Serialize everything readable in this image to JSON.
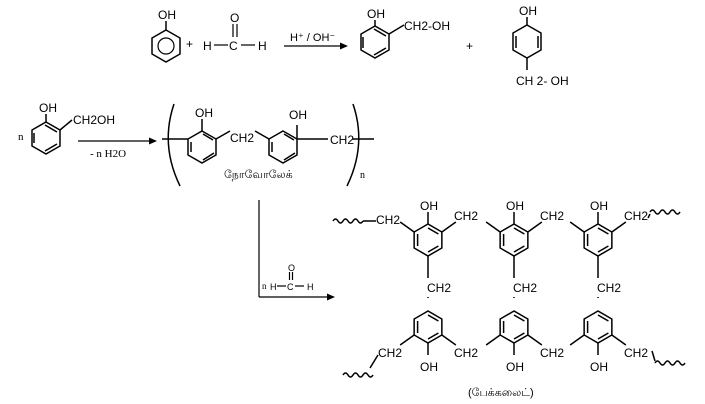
{
  "reaction1": {
    "phenol_oh": "OH",
    "plus1": "+",
    "h_left": "H",
    "carbon": "C",
    "oxygen": "O",
    "h_right": "H",
    "conditions": "H⁺ / OH⁻",
    "ortho_oh": "OH",
    "ortho_ch2oh": "CH2-OH",
    "plus2": "+",
    "para_oh": "OH",
    "para_ch2oh": "CH 2- OH"
  },
  "reaction2": {
    "coefficient": "n",
    "monomer_oh": "OH",
    "monomer_ch2oh": "CH2OH",
    "conditions": "- n H2O",
    "ring1_oh": "OH",
    "ring2_oh": "OH",
    "bridge": "CH2",
    "end_group": "CH2",
    "subscript_n": "n",
    "product_name": "நோவோலேக்"
  },
  "reaction3": {
    "formaldehyde_n": "n",
    "h_left": "H",
    "carbon": "C",
    "oxygen": "O",
    "h_right": "H",
    "ch2_label": "CH2",
    "oh_label": "OH",
    "product_name": "(பேக்கலைட்)"
  }
}
